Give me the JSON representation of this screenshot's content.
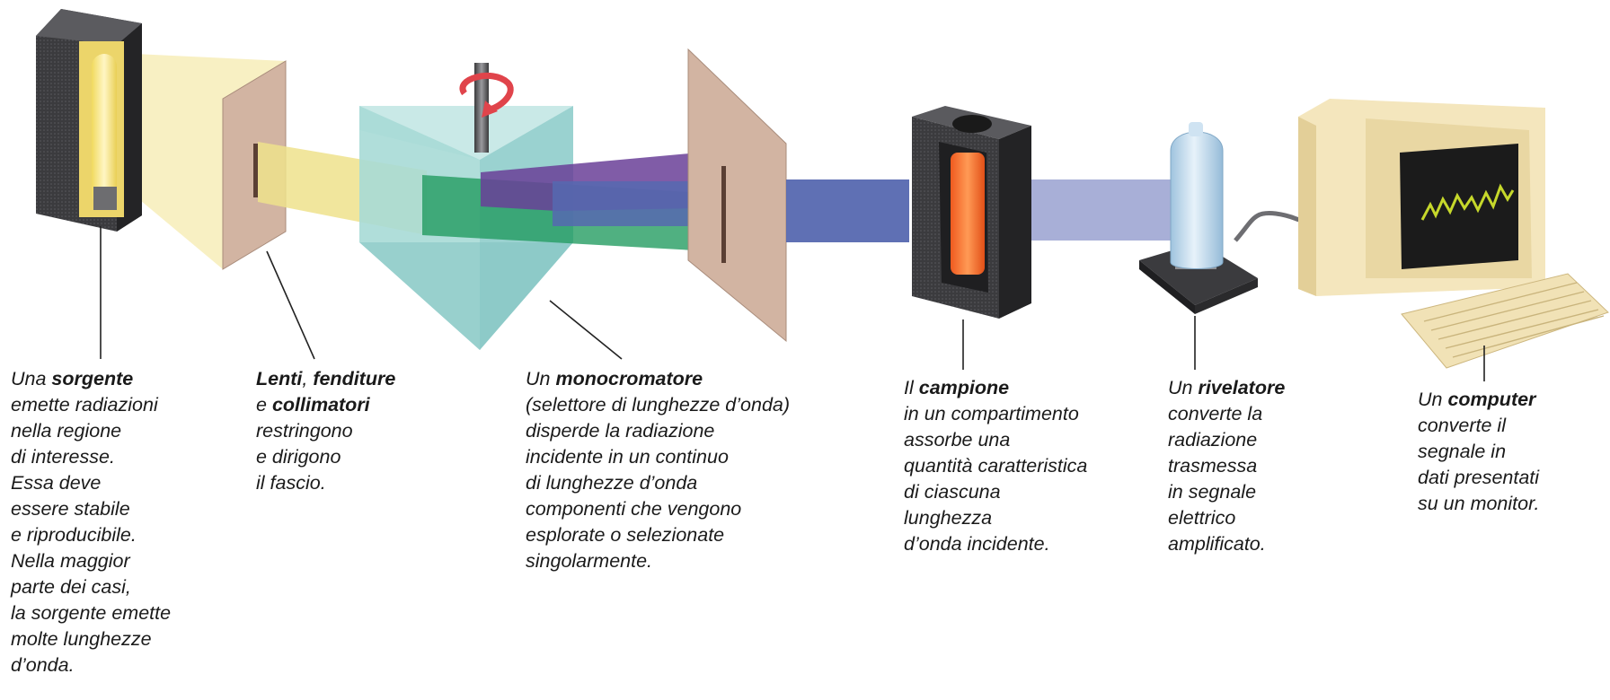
{
  "captions": {
    "source": {
      "line1_pre": "Una ",
      "line1_bold": "sorgente",
      "lines": [
        "emette radiazioni",
        "nella regione",
        "di interesse.",
        "Essa deve",
        "essere stabile",
        "e riproducibile.",
        "Nella maggior",
        "parte dei casi,",
        "la sorgente emette",
        "molte lunghezze",
        "d’onda."
      ]
    },
    "lenses": {
      "line1_bold_a": "Lenti",
      "line1_sep": ", ",
      "line1_bold_b": "fenditure",
      "line2_pre": "e ",
      "line2_bold": "collimatori",
      "lines": [
        "restringono",
        "e dirigono",
        "il fascio."
      ]
    },
    "monochromator": {
      "line1_pre": "Un ",
      "line1_bold": "monocromatore",
      "lines": [
        "(selettore di lunghezze d’onda)",
        "disperde la radiazione",
        "incidente in un continuo",
        "di lunghezze d’onda",
        "componenti che vengono",
        "esplorate o selezionate",
        "singolarmente."
      ]
    },
    "sample": {
      "line1_pre": "Il ",
      "line1_bold": "campione",
      "lines": [
        "in un compartimento",
        "assorbe una",
        "quantità caratteristica",
        "di ciascuna",
        "lunghezza",
        "d’onda incidente."
      ]
    },
    "detector": {
      "line1_pre": "Un ",
      "line1_bold": "rivelatore",
      "lines": [
        "converte la",
        "radiazione",
        "trasmessa",
        "in segnale",
        "elettrico",
        "amplificato."
      ]
    },
    "computer": {
      "line1_pre": "Un ",
      "line1_bold": "computer",
      "lines": [
        "converte il",
        "segnale in",
        "dati presentati",
        "su un monitor."
      ]
    }
  },
  "colors": {
    "source_housing": "#2f2f31",
    "lamp": "#f3e27a",
    "light_cone": "#f7edb8",
    "slit_panel": "#d2b4a2",
    "prism": "#a9dcd8",
    "beam_yellow": "#efe28c",
    "beam_green": "#1f9a5d",
    "beam_purple": "#6a3f98",
    "beam_blue": "#5668b0",
    "beam_light_blue": "#9fa6d3",
    "sample_holder": "#3a3a3c",
    "sample_cuvette": "#f26522",
    "detector_tube": "#bcd6ea",
    "computer_case": "#f4e6bd",
    "screen": "#1b1b1b",
    "signal_trace": "#c6d82b",
    "rotation_arrow": "#e0444b"
  },
  "icons": [
    "light-source",
    "slit-panel",
    "prism",
    "rotation-arrow",
    "exit-slit",
    "sample-holder",
    "detector-tube",
    "computer"
  ]
}
